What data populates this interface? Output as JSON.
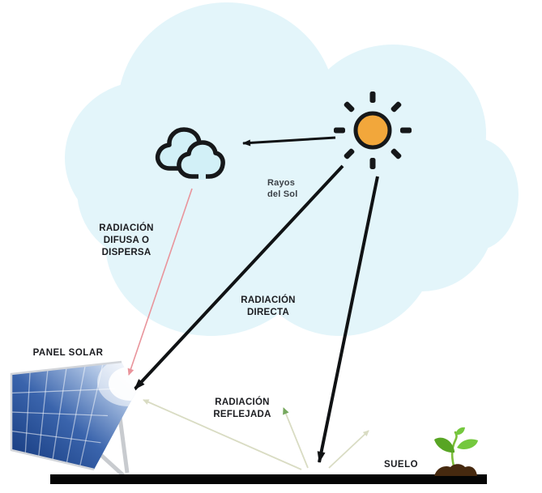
{
  "diagram": {
    "type": "solar-radiation-diagram",
    "labels": {
      "rayos_del_sol": "Rayos\ndel Sol",
      "radiacion_difusa": "RADIACIÓN\nDIFUSA O\nDISPERSA",
      "radiacion_directa": "RADIACIÓN\nDIRECTA",
      "radiacion_reflejada": "RADIACIÓN\nREFLEJADA",
      "panel_solar": "PANEL SOLAR",
      "suelo": "SUELO"
    },
    "icons": {
      "sun": "sun-icon",
      "clouds": "clouds-icon",
      "solar_panel": "solar-panel",
      "plant": "seedling-icon",
      "ground": "ground-line"
    },
    "arrows": [
      {
        "name": "sun-to-clouds",
        "color_key": "black"
      },
      {
        "name": "radiacion-directa-to-panel",
        "color_key": "black"
      },
      {
        "name": "radiacion-directa-to-suelo",
        "color_key": "black"
      },
      {
        "name": "radiacion-difusa-clouds-to-panel",
        "color_key": "pink"
      },
      {
        "name": "radiacion-reflejada-left",
        "color_key": "reflected"
      },
      {
        "name": "radiacion-reflejada-middle",
        "color_key": "green"
      },
      {
        "name": "radiacion-reflejada-right",
        "color_key": "reflected"
      }
    ]
  },
  "colors": {
    "sky": "#E3F5FA",
    "cloud_fill": "#D2F0F7",
    "outline": "#16181A",
    "sun": "#F2A73B",
    "black": "#101214",
    "pink": "#E9949B",
    "reflected": "#D9DCC3",
    "green": "#76A85E",
    "text": "#1B1C20",
    "ground": "#050505",
    "panel_dark": "#13377B",
    "panel_mid": "#3A64AC",
    "panel_light": "#A9C0E2",
    "panel_glare": "#F4F7FC",
    "frame": "#D2D5DA",
    "leg": "#C8CBCF",
    "stem": "#7DBE3A",
    "leaf_dark": "#58A524",
    "leaf_light": "#74C83E",
    "soil": "#46290F"
  }
}
